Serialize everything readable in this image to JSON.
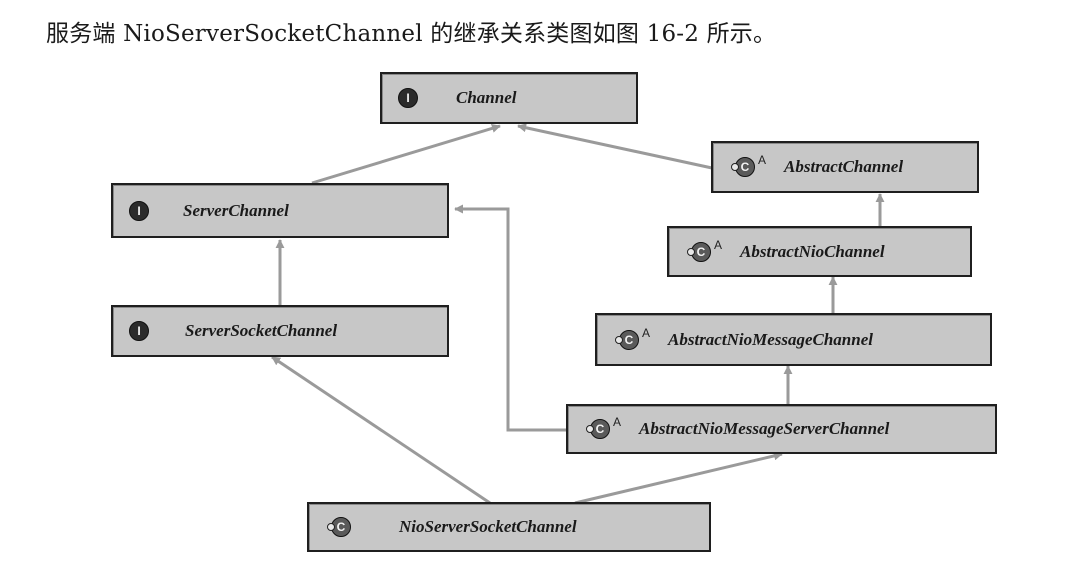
{
  "caption": "服务端 NioServerSocketChannel 的继承关系类图如图 16-2 所示。",
  "nodes": {
    "channel": {
      "label": "Channel",
      "kind": "interface",
      "icon_letter": "I",
      "abstract_mark": ""
    },
    "server_channel": {
      "label": "ServerChannel",
      "kind": "interface",
      "icon_letter": "I",
      "abstract_mark": ""
    },
    "server_socket_channel": {
      "label": "ServerSocketChannel",
      "kind": "interface",
      "icon_letter": "I",
      "abstract_mark": ""
    },
    "abstract_channel": {
      "label": "AbstractChannel",
      "kind": "abstract-class",
      "icon_letter": "C",
      "abstract_mark": "A"
    },
    "abstract_nio_channel": {
      "label": "AbstractNioChannel",
      "kind": "abstract-class",
      "icon_letter": "C",
      "abstract_mark": "A"
    },
    "abstract_nio_message_channel": {
      "label": "AbstractNioMessageChannel",
      "kind": "abstract-class",
      "icon_letter": "C",
      "abstract_mark": "A"
    },
    "abstract_nio_message_server_channel": {
      "label": "AbstractNioMessageServerChannel",
      "kind": "abstract-class",
      "icon_letter": "C",
      "abstract_mark": "A"
    },
    "nio_server_socket_channel": {
      "label": "NioServerSocketChannel",
      "kind": "class",
      "icon_letter": "C",
      "abstract_mark": ""
    }
  },
  "edges": [
    {
      "from": "server_channel",
      "to": "channel"
    },
    {
      "from": "abstract_channel",
      "to": "channel"
    },
    {
      "from": "server_socket_channel",
      "to": "server_channel"
    },
    {
      "from": "abstract_nio_channel",
      "to": "abstract_channel"
    },
    {
      "from": "abstract_nio_message_channel",
      "to": "abstract_nio_channel"
    },
    {
      "from": "abstract_nio_message_server_channel",
      "to": "abstract_nio_message_channel"
    },
    {
      "from": "abstract_nio_message_server_channel",
      "to": "server_channel"
    },
    {
      "from": "nio_server_socket_channel",
      "to": "server_socket_channel"
    },
    {
      "from": "nio_server_socket_channel",
      "to": "abstract_nio_message_server_channel"
    }
  ],
  "colors": {
    "node_fill": "#c7c7c7",
    "node_border": "#1f1f1f",
    "edge": "#9a9a9a"
  }
}
